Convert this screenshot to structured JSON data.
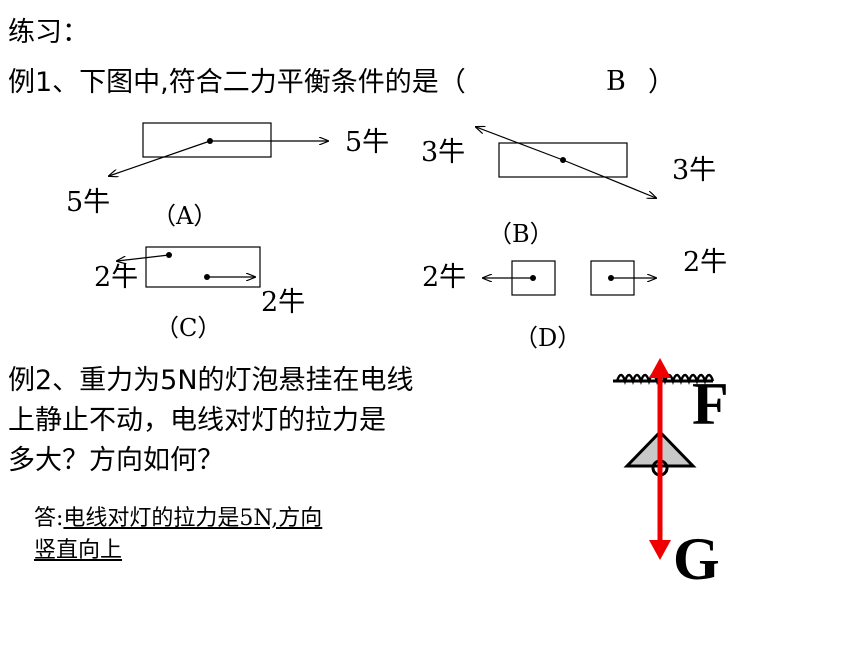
{
  "heading": "练习：",
  "example1": {
    "question_prefix": "例1、下图中,符合二力平衡条件的是（",
    "answer": "B",
    "question_suffix": "）"
  },
  "diagrams": {
    "A": {
      "caption": "（A）",
      "force1": "5牛",
      "force2": "5牛"
    },
    "B": {
      "caption": "（B）",
      "force1": "3牛",
      "force2": "3牛"
    },
    "C": {
      "caption": "（C）",
      "force1": "2牛",
      "force2": "2牛"
    },
    "D": {
      "caption": "（D）",
      "force1": "2牛",
      "force2": "2牛"
    }
  },
  "example2": {
    "line1": "例2、重力为5N的灯泡悬挂在电线",
    "line2": "上静止不动，电线对灯的拉力是",
    "line3": "多大？方向如何？"
  },
  "answer": {
    "prefix": "答:",
    "line1": "电线对灯的拉力是5N,方向",
    "line2": "竖直向上"
  },
  "force_diagram": {
    "upward_label": "F",
    "downward_label": "G",
    "arrow_color": "#ee0000"
  }
}
